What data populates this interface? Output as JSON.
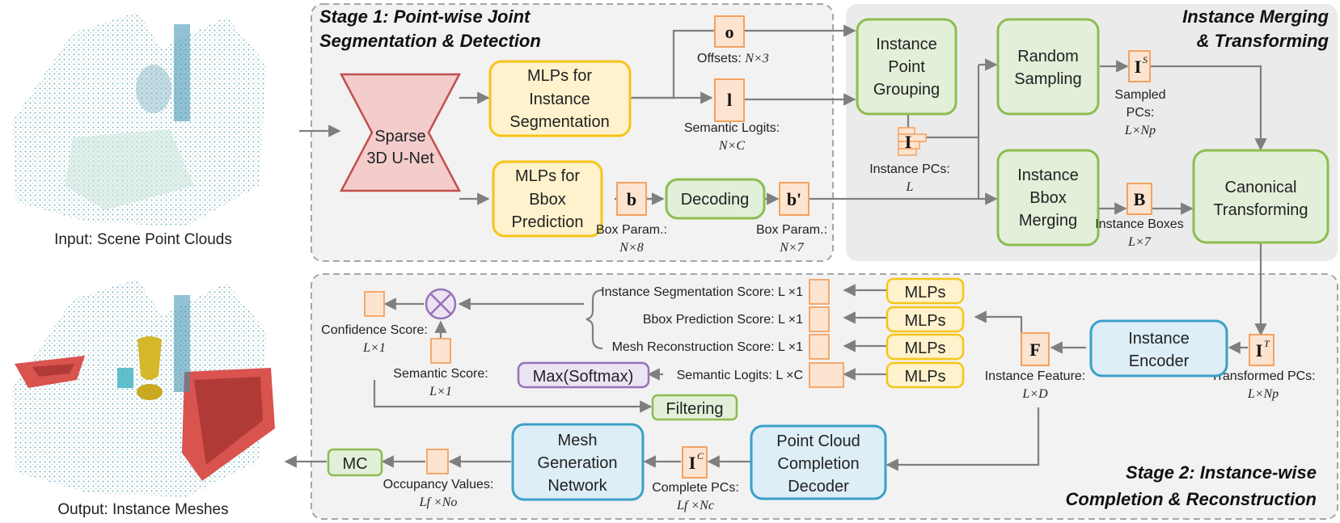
{
  "captions": {
    "input": "Input: Scene Point Clouds",
    "output": "Output: Instance Meshes"
  },
  "stages": {
    "stage1_line1": "Stage 1: Point-wise Joint",
    "stage1_line2": "Segmentation & Detection",
    "merge_line1": "Instance Merging",
    "merge_line2": "& Transforming",
    "stage2_line1": "Stage 2: Instance-wise",
    "stage2_line2": "Completion & Reconstruction"
  },
  "modules": {
    "unet": [
      "Sparse",
      "3D U-Net"
    ],
    "mlp_seg": [
      "MLPs for",
      "Instance",
      "Segmentation"
    ],
    "mlp_bbox": [
      "MLPs for",
      "Bbox",
      "Prediction"
    ],
    "decoding": "Decoding",
    "grouping": [
      "Instance",
      "Point",
      "Grouping"
    ],
    "random_sampling": [
      "Random",
      "Sampling"
    ],
    "bbox_merging": [
      "Instance",
      "Bbox",
      "Merging"
    ],
    "canonical": [
      "Canonical",
      "Transforming"
    ],
    "encoder": [
      "Instance",
      "Encoder"
    ],
    "completion": [
      "Point Cloud",
      "Completion",
      "Decoder"
    ],
    "mesh_gen": [
      "Mesh",
      "Generation",
      "Network"
    ],
    "mc": "MC",
    "filtering": "Filtering",
    "maxsoftmax": "Max(Softmax)",
    "mlps": "MLPs"
  },
  "symbols": {
    "offsets": "o",
    "logits": "l",
    "box": "b",
    "box_decoded": "b'",
    "inst": "I",
    "inst_sampled": "I",
    "inst_sampled_sup": "S",
    "boxes": "B",
    "inst_transformed": "I",
    "inst_transformed_sup": "T",
    "feature": "F",
    "inst_complete": "I",
    "inst_complete_sup": "C"
  },
  "labels": {
    "offsets": "Offsets:",
    "offsets_dim": "N×3",
    "sem_logits": "Semantic Logits:",
    "sem_logits_dim": "N×C",
    "box_param1": "Box Param.:",
    "box_param1_dim": "N×8",
    "box_param2": "Box Param.:",
    "box_param2_dim": "N×7",
    "inst_pcs": "Instance PCs:",
    "inst_pcs_dim": "L",
    "sampled1": "Sampled",
    "sampled2": "PCs:",
    "sampled_dim": "L×Np",
    "inst_boxes": "Instance Boxes",
    "inst_boxes_dim": "L×7",
    "transformed": "Transformed PCs:",
    "transformed_dim": "L×Np",
    "inst_feature": "Instance Feature:",
    "inst_feature_dim": "L×D",
    "complete": "Complete PCs:",
    "complete_dim": "Lf ×Nc",
    "occupancy": "Occupancy Values:",
    "occupancy_dim": "Lf ×No",
    "confidence": "Confidence Score:",
    "confidence_dim": "L×1",
    "semantic_score": "Semantic Score:",
    "semantic_score_dim": "L×1"
  },
  "scores": [
    "Instance Segmentation Score: L ×1",
    "Bbox Prediction Score: L ×1",
    "Mesh Reconstruction Score: L ×1",
    "Semantic Logits: L ×C"
  ],
  "colors": {
    "orange": "#f4a261",
    "yellow_fill": "#fff2cc",
    "yellow_stroke": "#f5c518",
    "green_fill": "#e2efd9",
    "green_stroke": "#8cbd4f",
    "blue_fill": "#ddeef6",
    "blue_stroke": "#3aa0c8",
    "red_fill": "#f4cccc",
    "red_stroke": "#c0504d",
    "purple_fill": "#ece4f2",
    "purple_stroke": "#9673b9"
  }
}
